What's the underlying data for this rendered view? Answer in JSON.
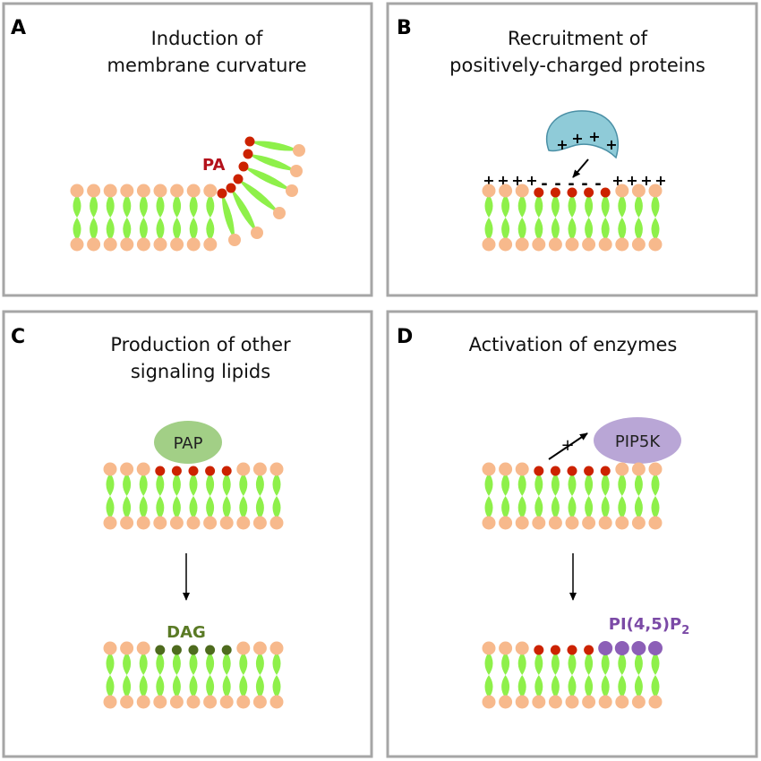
{
  "colors": {
    "panel_border": "#a6a6a6",
    "lipid_head": "#f7b98c",
    "lipid_tail": "#8ef04a",
    "pa_head": "#cc2200",
    "dag_head": "#4e6b1e",
    "pip2_head": "#8c5fb7",
    "protein_blue": "#8fcbd8",
    "pap_green": "#a2cf86",
    "pip5k_purple": "#b9a6d6",
    "pa_label": "#b4121c",
    "dag_label": "#5a7a25",
    "pip2_label": "#7b4aa6"
  },
  "panels": {
    "a": {
      "letter": "A",
      "title_line1": "Induction of",
      "title_line2": "membrane curvature",
      "pa_label": "PA"
    },
    "b": {
      "letter": "B",
      "title_line1": "Recruitment of",
      "title_line2": "positively-charged proteins",
      "protein_charges": [
        "+",
        "+",
        "+",
        "+",
        "+"
      ],
      "membrane_left_charges": [
        "+",
        "+",
        "+",
        "+"
      ],
      "membrane_right_charges": [
        "+",
        "+",
        "+",
        "+"
      ],
      "membrane_center_charges": [
        "-",
        "-",
        "-",
        "-",
        "-"
      ]
    },
    "c": {
      "letter": "C",
      "title_line1": "Production of other",
      "title_line2": "signaling lipids",
      "enzyme_label": "PAP",
      "product_label": "DAG"
    },
    "d": {
      "letter": "D",
      "title_line1": "Activation of enzymes",
      "enzyme_label": "PIP5K",
      "activation_sign": "+",
      "product_label_main": "PI(4,5)P",
      "product_label_sub": "2"
    }
  }
}
